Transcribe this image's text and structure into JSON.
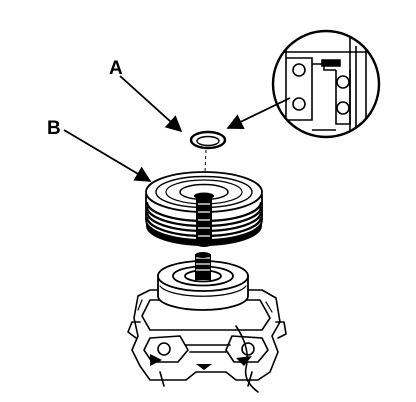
{
  "diagram": {
    "callouts": [
      {
        "id": "A",
        "label": "A",
        "part": "snap-ring"
      },
      {
        "id": "B",
        "label": "B",
        "part": "pulley"
      }
    ],
    "detail_inset": {
      "shape": "circle",
      "shows": "snap-ring-seated-in-groove"
    },
    "colors": {
      "ink": "#000000",
      "paper": "#ffffff"
    }
  }
}
